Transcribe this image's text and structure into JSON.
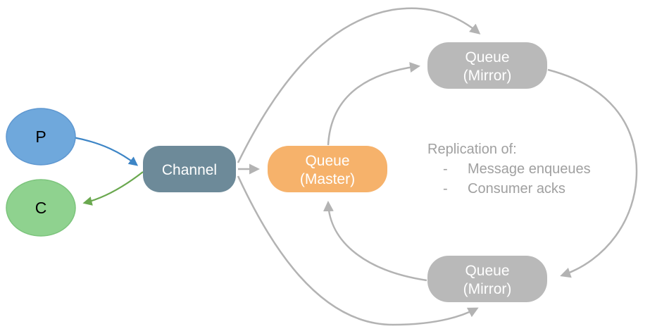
{
  "diagram": {
    "nodes": {
      "producer": {
        "label": "P"
      },
      "consumer": {
        "label": "C"
      },
      "channel": {
        "label": "Channel"
      },
      "queue_master": {
        "line1": "Queue",
        "line2": "(Master)"
      },
      "queue_mirror_top": {
        "line1": "Queue",
        "line2": "(Mirror)"
      },
      "queue_mirror_bottom": {
        "line1": "Queue",
        "line2": "(Mirror)"
      }
    },
    "annotation": {
      "title": "Replication of:",
      "bullets": [
        {
          "dash": "-",
          "text": "Message enqueues"
        },
        {
          "dash": "-",
          "text": "Consumer acks"
        }
      ]
    },
    "colors": {
      "producer_fill": "#6fa8dc",
      "producer_stroke": "#5e97d0",
      "consumer_fill": "#8fd28f",
      "consumer_stroke": "#7cc47c",
      "channel_fill": "#6d8a99",
      "master_fill": "#f6b26b",
      "mirror_fill": "#b9b9b9",
      "arrow_gray": "#b3b3b3",
      "arrow_blue": "#3d85c6",
      "arrow_green": "#6aa84f",
      "annotation_text": "#a0a0a0"
    }
  }
}
